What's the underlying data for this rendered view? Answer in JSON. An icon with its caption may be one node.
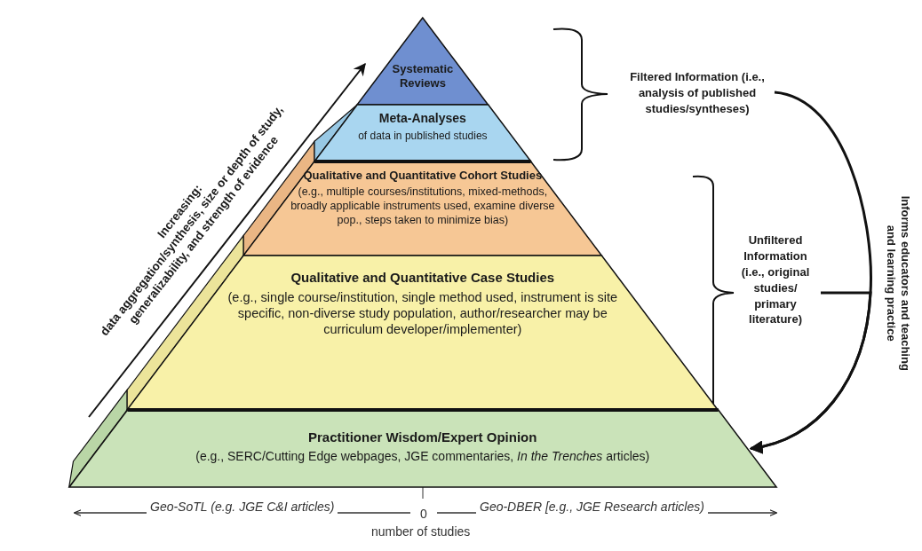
{
  "diagram": {
    "nodes": [
      {
        "text": [
          "Systematic Reviews"
        ]
      },
      {
        "text": [
          "Meta-Analyses",
          "of data in published studies"
        ]
      },
      {
        "text": [
          "Qualitative and Quantitative Cohort Studies",
          "(e.g., multiple courses/institutions, mixed-methods, broadly applicable instruments used, examine diverse pop., steps taken to minimize bias)"
        ]
      },
      {
        "text": [
          "Qualitative and Quantitative Case Studies",
          "(e.g., single course/institution, single method used, instrument is site specific, non-diverse study population, author/researcher may be curriculum developer/implementer)"
        ]
      },
      {
        "text": [
          "Practitioner Wisdom/Expert Opinion",
          "(e.g., SERC/Cutting Edge webpages, JGE commentaries, *In the Trenches* articles)"
        ]
      },
      {
        "text": [
          "Filtered Information (i.e., analysis of published studies/syntheses)"
        ]
      },
      {
        "text": [
          "Unfiltered Information (i.e., original studies/ primary literature)"
        ]
      }
    ],
    "edges": [
      {
        "from": 5,
        "to": 4,
        "arrow": "to"
      },
      {
        "from": 6,
        "to": 4,
        "arrow": "to"
      }
    ],
    "labels": [
      "Increasing:",
      "data aggregation/synthesis, size or depth of study, generalizability, and strength of evidence",
      "Informs educators and teaching and learning practice",
      "Geo-SoTL (e.g. JGE C&I articles)",
      "0",
      "Geo-DBER [e.g., JGE Research articles)",
      "number of studies"
    ]
  }
}
